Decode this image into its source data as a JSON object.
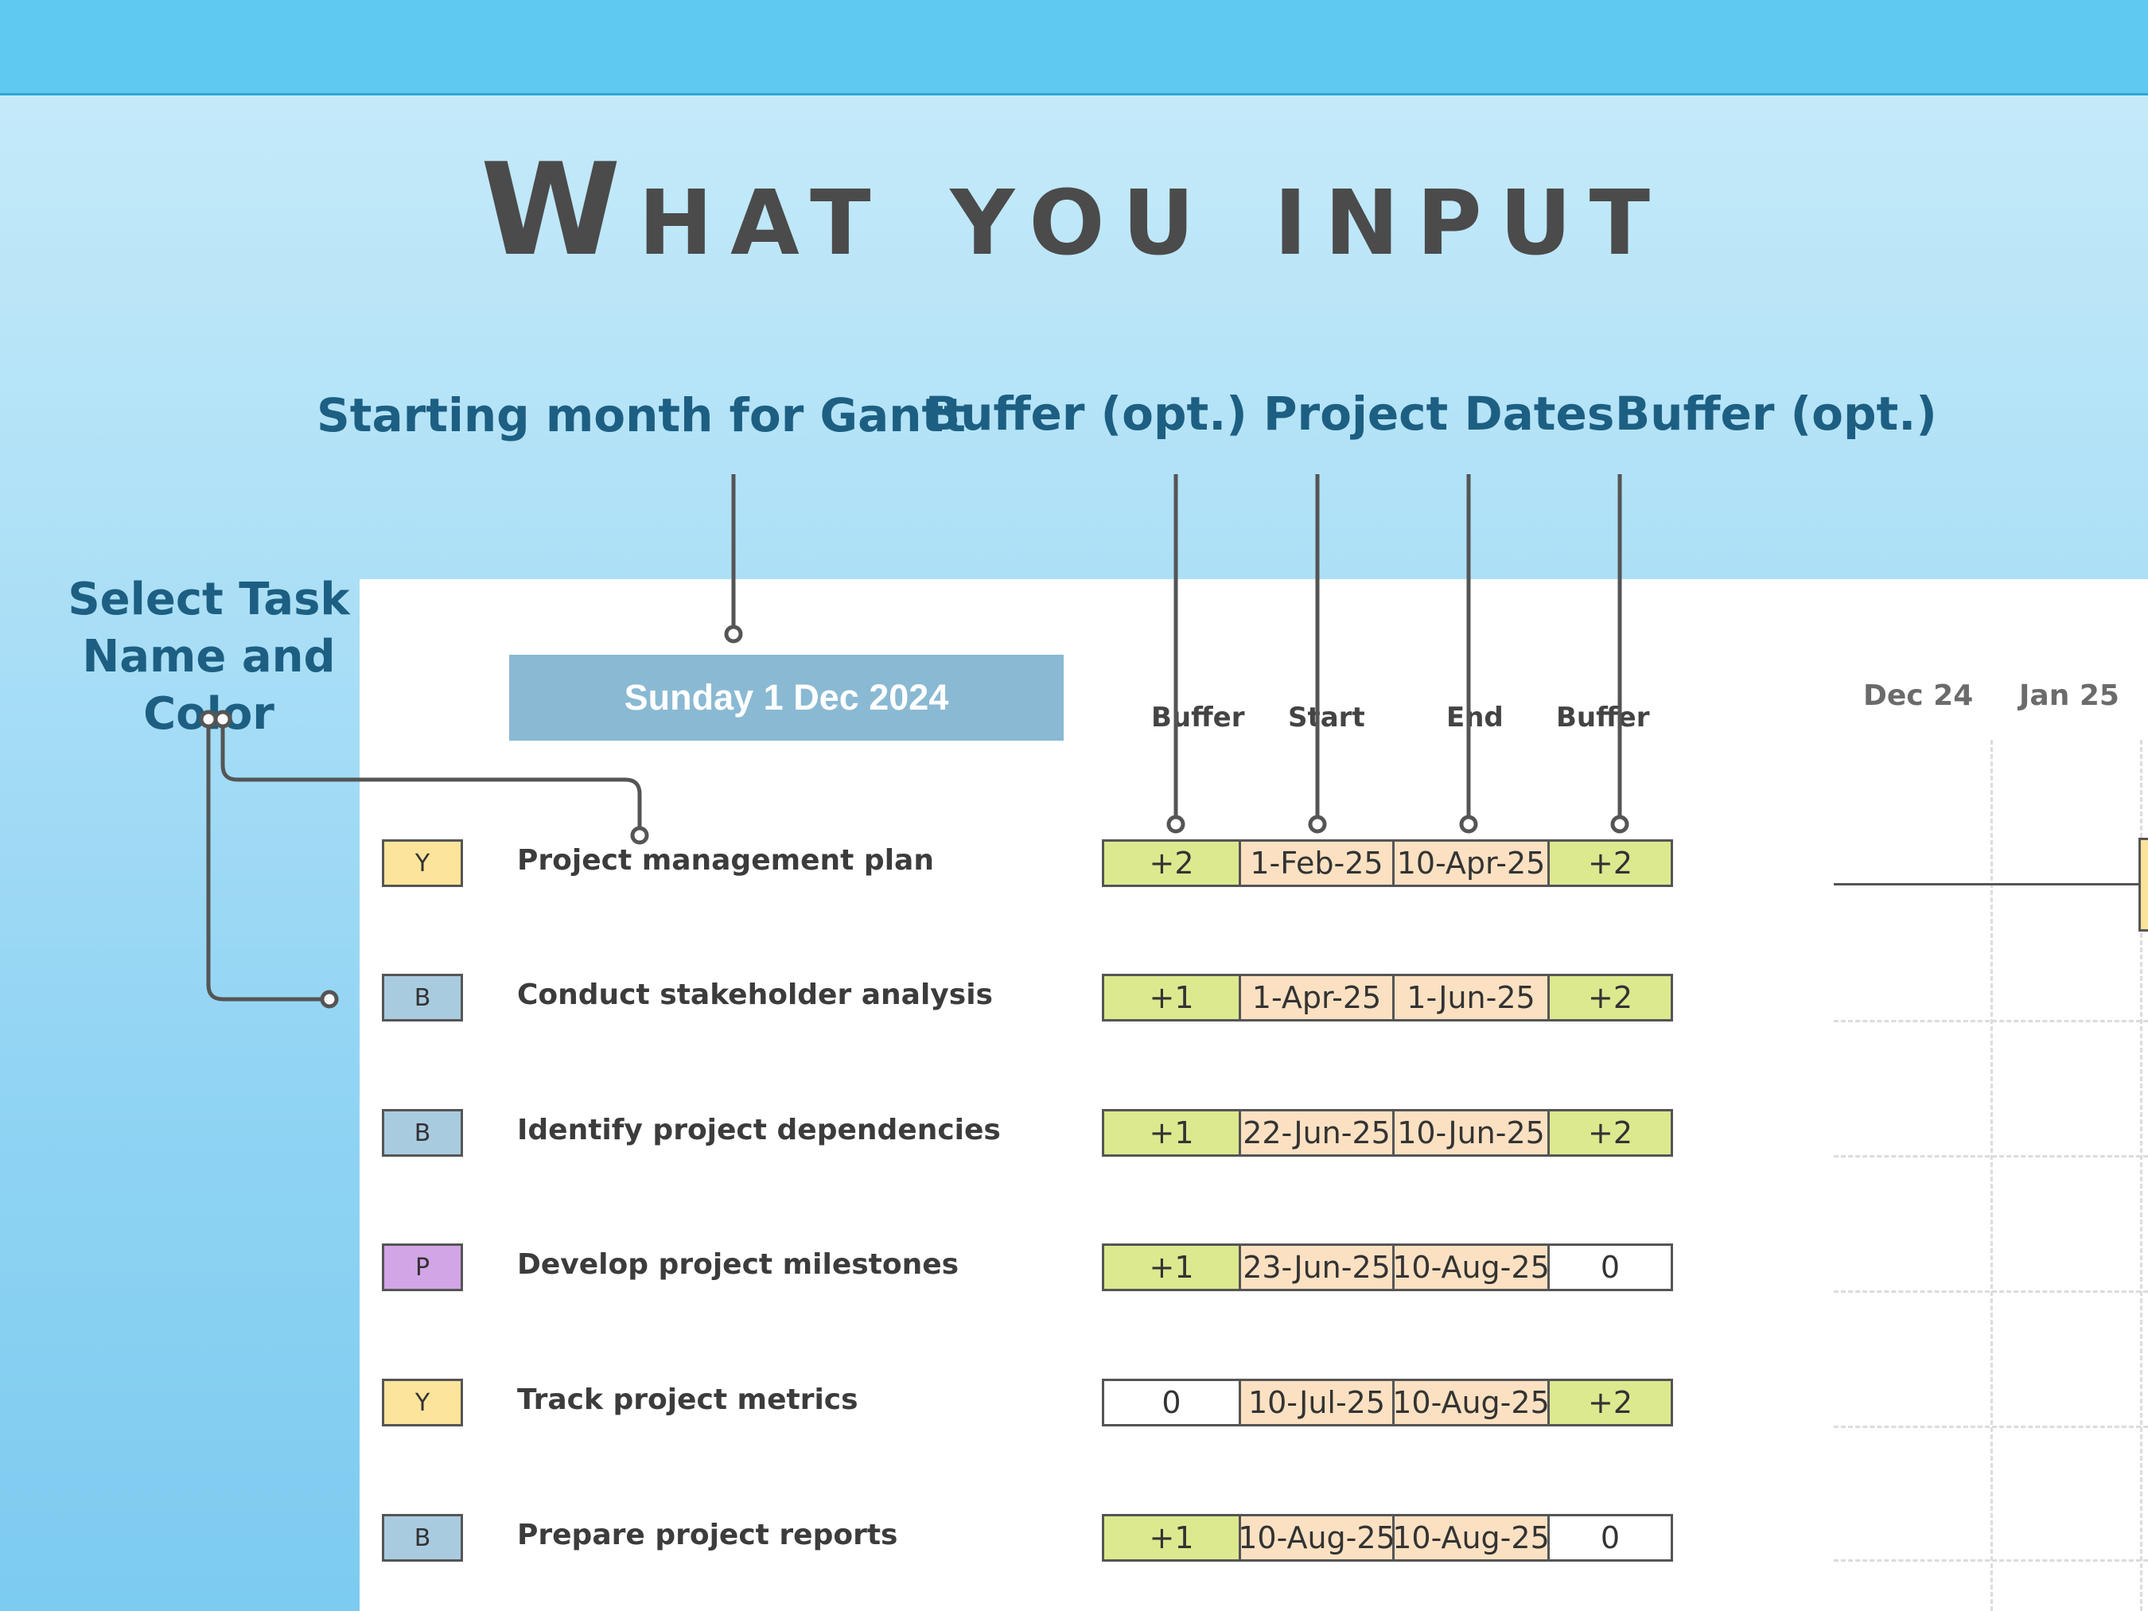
{
  "headline": "What you input",
  "callouts": {
    "gantt": "Starting month for Gantt",
    "buffer_left": "Buffer (opt.)",
    "dates": "Project Dates",
    "buffer_right": "Buffer (opt.)",
    "task": "Select Task Name and Color"
  },
  "start_date": "Sunday 1 Dec 2024",
  "columns": {
    "buffer1": "Buffer",
    "start": "Start",
    "end": "End",
    "buffer2": "Buffer"
  },
  "months": [
    "Dec 24",
    "Jan 25"
  ],
  "tasks": [
    {
      "color_code": "Y",
      "color": "#fce49b",
      "name": "Project management plan",
      "buffer_before": "+2",
      "start": "1-Feb-25",
      "end": "10-Apr-25",
      "buffer_after": "+2"
    },
    {
      "color_code": "B",
      "color": "#a9cbe0",
      "name": "Conduct stakeholder analysis",
      "buffer_before": "+1",
      "start": "1-Apr-25",
      "end": "1-Jun-25",
      "buffer_after": "+2"
    },
    {
      "color_code": "B",
      "color": "#a9cbe0",
      "name": "Identify project dependencies",
      "buffer_before": "+1",
      "start": "22-Jun-25",
      "end": "10-Jun-25",
      "buffer_after": "+2"
    },
    {
      "color_code": "P",
      "color": "#d2a5e6",
      "name": "Develop project milestones",
      "buffer_before": "+1",
      "start": "23-Jun-25",
      "end": "10-Aug-25",
      "buffer_after": "0"
    },
    {
      "color_code": "Y",
      "color": "#fce49b",
      "name": "Track project metrics",
      "buffer_before": "0",
      "start": "10-Jul-25",
      "end": "10-Aug-25",
      "buffer_after": "+2"
    },
    {
      "color_code": "B",
      "color": "#a9cbe0",
      "name": "Prepare project reports",
      "buffer_before": "+1",
      "start": "10-Aug-25",
      "end": "10-Aug-25",
      "buffer_after": "0"
    }
  ]
}
